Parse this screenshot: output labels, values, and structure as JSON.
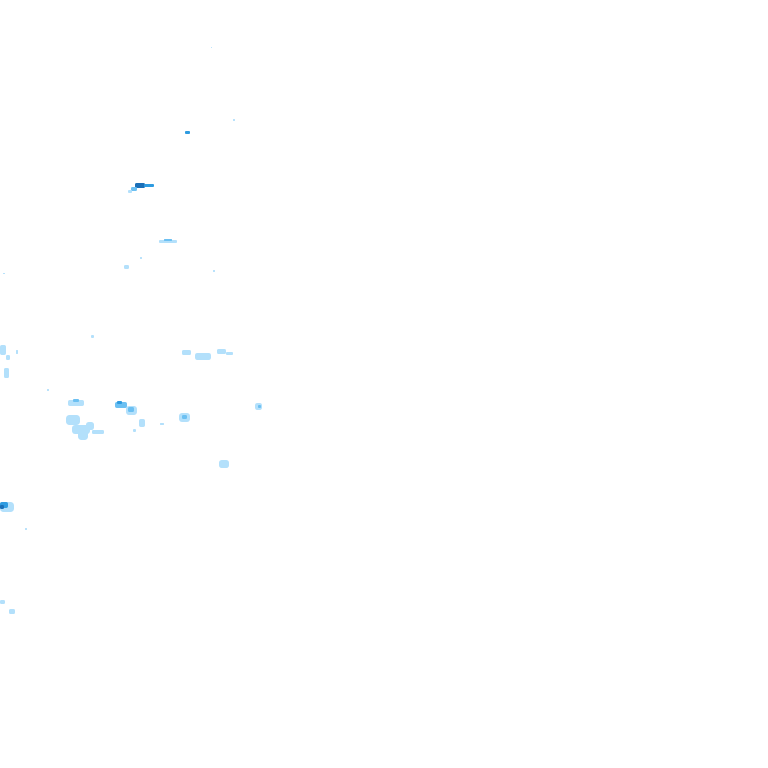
{
  "layer": {
    "kind": "precipitation-radar-tile",
    "background": "#ffffff"
  },
  "palette": {
    "light": "#b3e0fb",
    "medium": "#6cc0f2",
    "strong": "#2e9be0",
    "heavy": "#1a6fb8"
  },
  "intensity_levels": [
    "light",
    "medium",
    "strong",
    "heavy"
  ]
}
